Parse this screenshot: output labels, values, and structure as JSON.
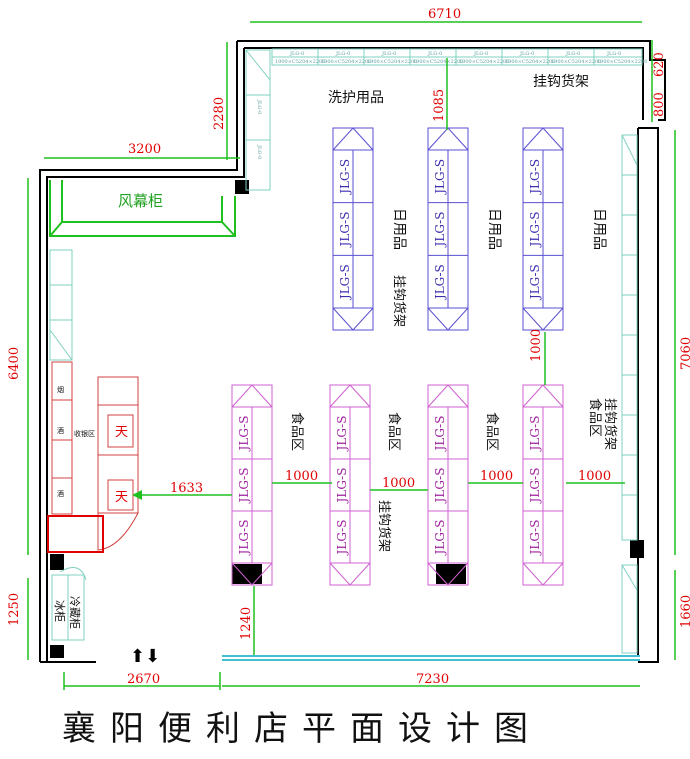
{
  "title": "襄阳便利店平面设计图",
  "dimensions": {
    "top_width": "6710",
    "top_right_a": "620",
    "top_right_b": "800",
    "left_notch_height": "2280",
    "left_notch_width": "3200",
    "left_height": "6400",
    "left_bottom": "1250",
    "right_height": "7060",
    "right_bottom": "1660",
    "bottom_entry": "2670",
    "bottom_main": "7230",
    "aisle_top": "1085",
    "aisle_mid": "1000",
    "checkout_gap": "1633",
    "aisle_1": "1000",
    "aisle_2": "1000",
    "aisle_3": "1000",
    "aisle_4": "1000",
    "entry_gap": "1240"
  },
  "labels": {
    "air_curtain": "风幕柜",
    "wash_care": "洗护用品",
    "hook_rack_top": "挂钩货架",
    "hook_rack_mid": "挂钩货架",
    "hook_rack_right": "挂钩货架",
    "daily_1": "日用品",
    "daily_2": "日用品",
    "daily_3": "日用品",
    "food_1": "食品区",
    "food_2": "食品区",
    "food_3": "食品区",
    "food_4": "食品区",
    "hook_rack_lower_left": "挂钩货架",
    "cashier": "收银区",
    "cashier_unit": "天",
    "ice_cabinet": "冰柜",
    "ice_cabinet_2": "冷藏柜",
    "side_a": "烟",
    "side_b": "酒",
    "side_c": "酒"
  },
  "shelf_code": "JLG-S",
  "wall_code": "JLG-0",
  "wall_spec": "1900×C5204×2200",
  "door_arrows": "⬆⬇"
}
